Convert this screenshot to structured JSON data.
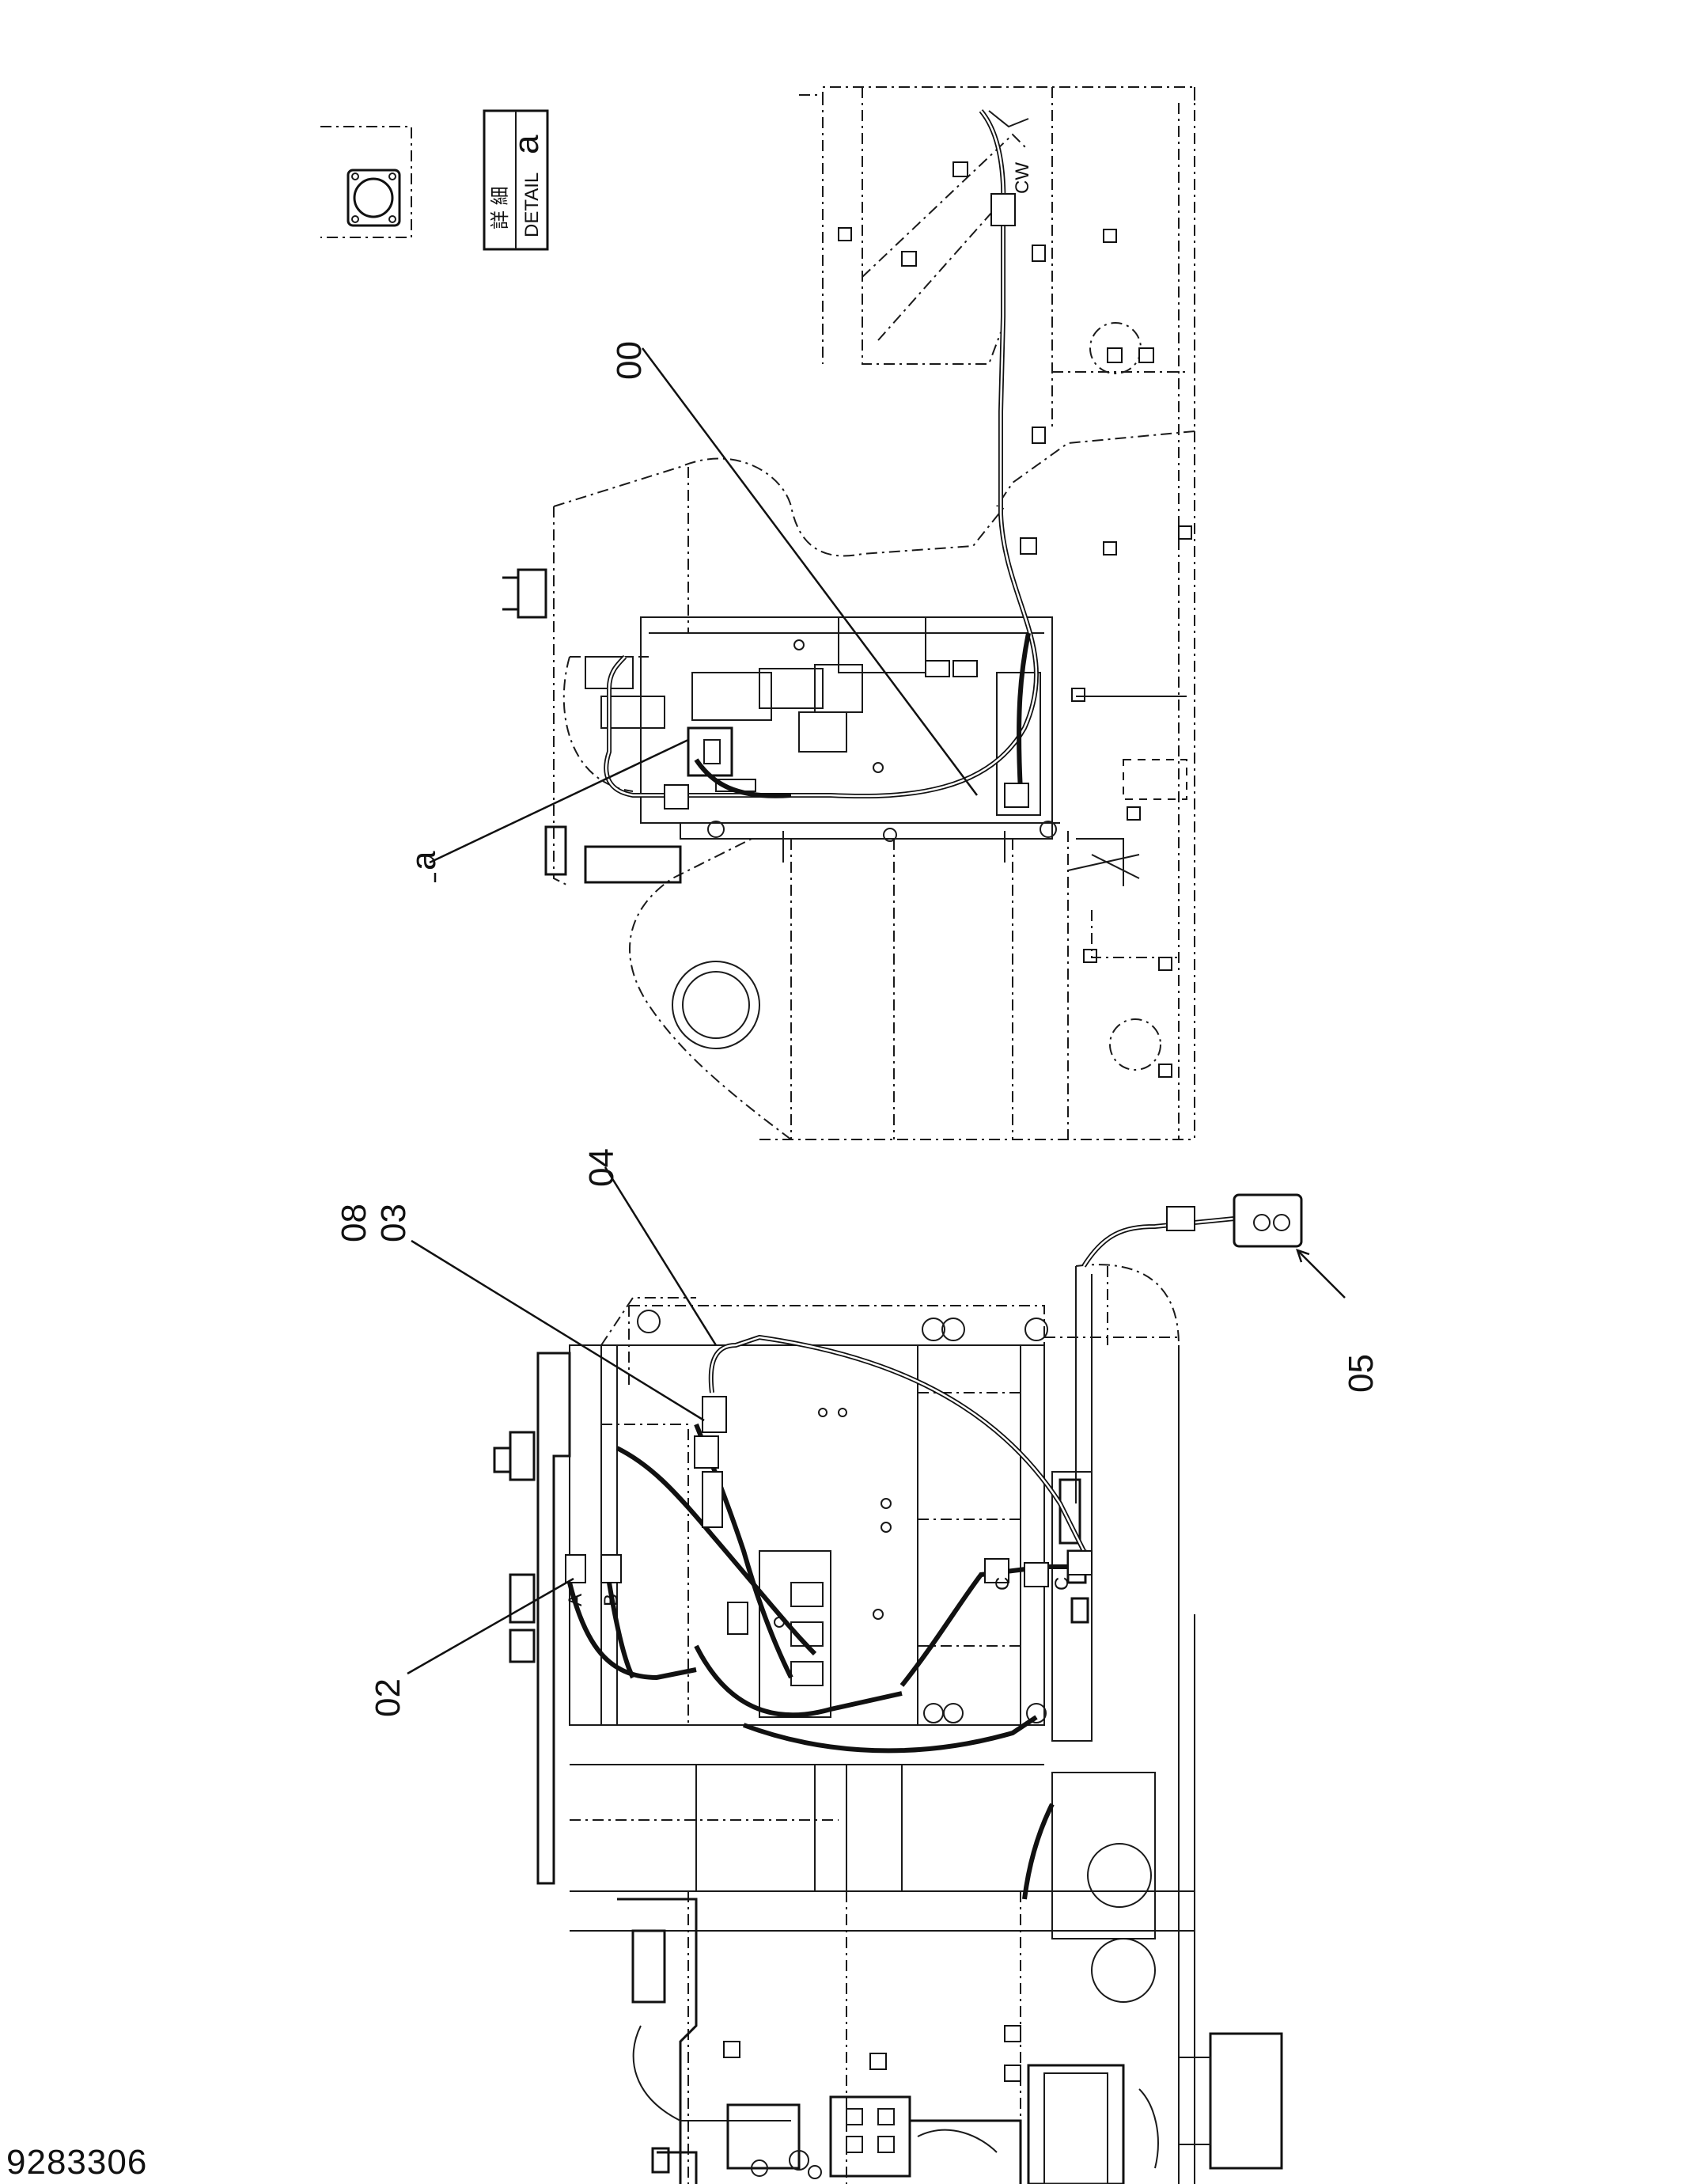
{
  "callouts": {
    "label_00": "00",
    "label_a": "a",
    "label_08": "08",
    "label_03": "03",
    "label_04": "04",
    "label_02": "02",
    "label_05": "05"
  },
  "detail_box": {
    "jp": "詳 細",
    "en": "DETAIL",
    "letter": "a"
  },
  "connector_letters": {
    "A": "A",
    "B": "B",
    "C1": "C",
    "C2": "C",
    "CW": "CW"
  },
  "document": {
    "number": "9283306"
  }
}
